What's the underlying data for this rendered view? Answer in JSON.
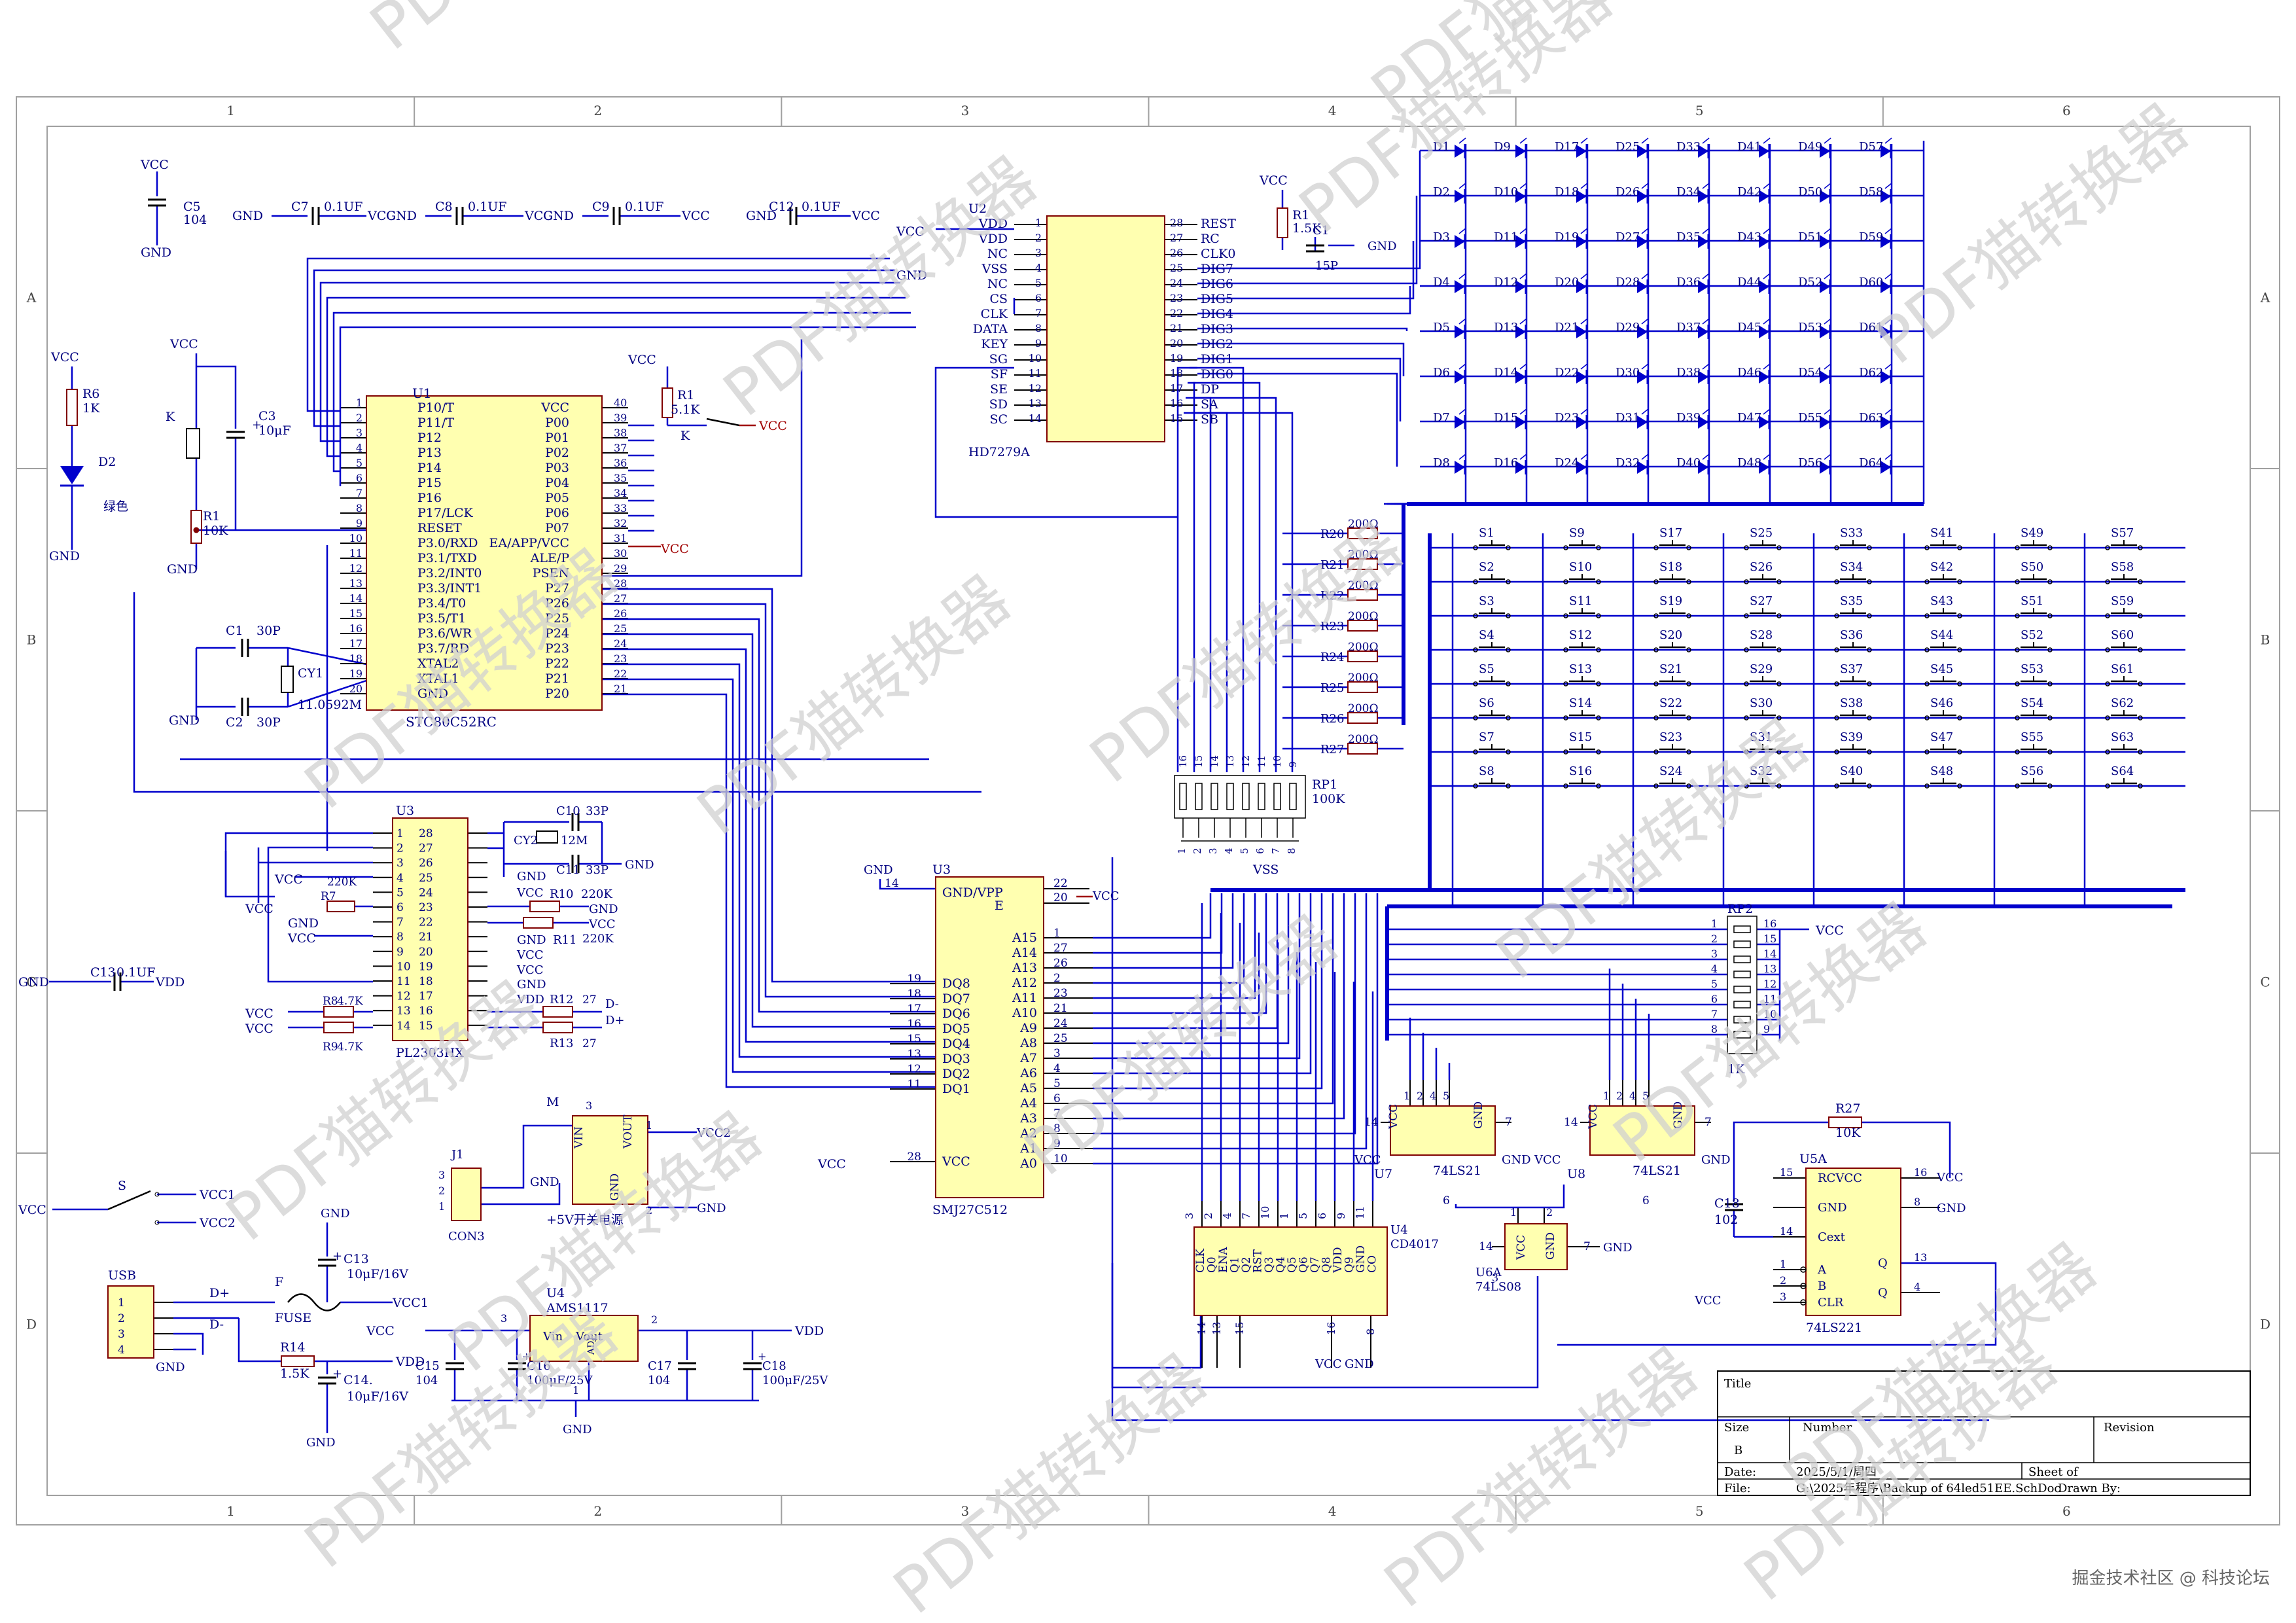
{
  "border": {
    "cols": [
      "1",
      "2",
      "3",
      "4",
      "5",
      "6"
    ],
    "rows": [
      "A",
      "B",
      "C",
      "D"
    ]
  },
  "colors": {
    "wire": "#0000cc",
    "text": "#000080",
    "component_fill": "#ffffb0",
    "component_stroke": "#800000",
    "label_red": "#a00000",
    "watermark": "#d0d0d0"
  },
  "power_labels": {
    "vcc": "VCC",
    "gnd": "GND",
    "vdd": "VDD",
    "vss": "VSS",
    "vcc1": "VCC1",
    "vcc2": "VCC2",
    "dplus": "D+",
    "dminus": "D-"
  },
  "caps_top": [
    {
      "ref": "C5",
      "val": "104"
    },
    {
      "ref": "C7",
      "val": "0.1UF"
    },
    {
      "ref": "C8",
      "val": "0.1UF"
    },
    {
      "ref": "C9",
      "val": "0.1UF"
    },
    {
      "ref": "C12",
      "val": "0.1UF"
    }
  ],
  "left_parts": {
    "r6": {
      "ref": "R6",
      "val": "1K"
    },
    "d2": {
      "ref": "D2",
      "val": "绿色"
    },
    "k": "K",
    "r1": {
      "ref": "R1",
      "val": "10K"
    },
    "c3": {
      "ref": "C3",
      "val": "10μF"
    },
    "c1": {
      "ref": "C1",
      "val": "30P"
    },
    "c2": {
      "ref": "C2",
      "val": "30P"
    },
    "cy1": {
      "ref": "CY1",
      "val": "11.0592M"
    }
  },
  "u1": {
    "ref": "U1",
    "name": "STC80C52RC",
    "left_pins": [
      {
        "n": "1",
        "l": "P10/T"
      },
      {
        "n": "2",
        "l": "P11/T"
      },
      {
        "n": "3",
        "l": "P12"
      },
      {
        "n": "4",
        "l": "P13"
      },
      {
        "n": "5",
        "l": "P14"
      },
      {
        "n": "6",
        "l": "P15"
      },
      {
        "n": "7",
        "l": "P16"
      },
      {
        "n": "8",
        "l": "P17/LCK"
      },
      {
        "n": "9",
        "l": "RESET"
      },
      {
        "n": "10",
        "l": "P3.0/RXD"
      },
      {
        "n": "11",
        "l": "P3.1/TXD"
      },
      {
        "n": "12",
        "l": "P3.2/INT0"
      },
      {
        "n": "13",
        "l": "P3.3/INT1"
      },
      {
        "n": "14",
        "l": "P3.4/T0"
      },
      {
        "n": "15",
        "l": "P3.5/T1"
      },
      {
        "n": "16",
        "l": "P3.6/WR"
      },
      {
        "n": "17",
        "l": "P3.7/RD"
      },
      {
        "n": "18",
        "l": "XTAL2"
      },
      {
        "n": "19",
        "l": "XTAL1"
      },
      {
        "n": "20",
        "l": "GND"
      }
    ],
    "right_pins": [
      {
        "n": "40",
        "l": "VCC"
      },
      {
        "n": "39",
        "l": "P00"
      },
      {
        "n": "38",
        "l": "P01"
      },
      {
        "n": "37",
        "l": "P02"
      },
      {
        "n": "36",
        "l": "P03"
      },
      {
        "n": "35",
        "l": "P04"
      },
      {
        "n": "34",
        "l": "P05"
      },
      {
        "n": "33",
        "l": "P06"
      },
      {
        "n": "32",
        "l": "P07"
      },
      {
        "n": "31",
        "l": "EA/APP/VCC"
      },
      {
        "n": "30",
        "l": "ALE/P"
      },
      {
        "n": "29",
        "l": "PSEN"
      },
      {
        "n": "28",
        "l": "P27"
      },
      {
        "n": "27",
        "l": "P26"
      },
      {
        "n": "26",
        "l": "P25"
      },
      {
        "n": "25",
        "l": "P24"
      },
      {
        "n": "24",
        "l": "P23"
      },
      {
        "n": "23",
        "l": "P22"
      },
      {
        "n": "22",
        "l": "P21"
      },
      {
        "n": "21",
        "l": "P20"
      }
    ]
  },
  "r1b": {
    "ref": "R1",
    "val": "5.1K",
    "k": "K"
  },
  "u2": {
    "ref": "U2",
    "name": "HD7279A",
    "left_pins": [
      {
        "n": "1",
        "l": "VDD"
      },
      {
        "n": "2",
        "l": "VDD"
      },
      {
        "n": "3",
        "l": "NC"
      },
      {
        "n": "4",
        "l": "VSS"
      },
      {
        "n": "5",
        "l": "NC"
      },
      {
        "n": "6",
        "l": "CS"
      },
      {
        "n": "7",
        "l": "CLK"
      },
      {
        "n": "8",
        "l": "DATA"
      },
      {
        "n": "9",
        "l": "KEY"
      },
      {
        "n": "10",
        "l": "SG"
      },
      {
        "n": "11",
        "l": "SF"
      },
      {
        "n": "12",
        "l": "SE"
      },
      {
        "n": "13",
        "l": "SD"
      },
      {
        "n": "14",
        "l": "SC"
      }
    ],
    "right_pins": [
      {
        "n": "28",
        "l": "REST"
      },
      {
        "n": "27",
        "l": "RC"
      },
      {
        "n": "26",
        "l": "CLK0"
      },
      {
        "n": "25",
        "l": "DIG7"
      },
      {
        "n": "24",
        "l": "DIG6"
      },
      {
        "n": "23",
        "l": "DIG5"
      },
      {
        "n": "22",
        "l": "DIG4"
      },
      {
        "n": "21",
        "l": "DIG3"
      },
      {
        "n": "20",
        "l": "DIG2"
      },
      {
        "n": "19",
        "l": "DIG1"
      },
      {
        "n": "18",
        "l": "DIG0"
      },
      {
        "n": "17",
        "l": "DP"
      },
      {
        "n": "16",
        "l": "SA"
      },
      {
        "n": "15",
        "l": "SB"
      }
    ]
  },
  "r1c": {
    "ref": "R1",
    "val": "1.5K"
  },
  "c1b": {
    "ref": "C1",
    "val": "15P"
  },
  "leds": [
    [
      "D1",
      "D9",
      "D17",
      "D25",
      "D33",
      "D41",
      "D49",
      "D57"
    ],
    [
      "D2",
      "D10",
      "D18",
      "D26",
      "D34",
      "D42",
      "D50",
      "D58"
    ],
    [
      "D3",
      "D11",
      "D19",
      "D27",
      "D35",
      "D43",
      "D51",
      "D59"
    ],
    [
      "D4",
      "D12",
      "D20",
      "D28",
      "D36",
      "D44",
      "D52",
      "D60"
    ],
    [
      "D5",
      "D13",
      "D21",
      "D29",
      "D37",
      "D45",
      "D53",
      "D61"
    ],
    [
      "D6",
      "D14",
      "D22",
      "D30",
      "D38",
      "D46",
      "D54",
      "D62"
    ],
    [
      "D7",
      "D15",
      "D23",
      "D31",
      "D39",
      "D47",
      "D55",
      "D63"
    ],
    [
      "D8",
      "D16",
      "D24",
      "D32",
      "D40",
      "D48",
      "D56",
      "D64"
    ]
  ],
  "seg_resistors": [
    {
      "ref": "R20",
      "val": "200Ω"
    },
    {
      "ref": "R21",
      "val": "200Ω"
    },
    {
      "ref": "R22",
      "val": "200Ω"
    },
    {
      "ref": "R23",
      "val": "200Ω"
    },
    {
      "ref": "R24",
      "val": "200Ω"
    },
    {
      "ref": "R25",
      "val": "200Ω"
    },
    {
      "ref": "R26",
      "val": "200Ω"
    },
    {
      "ref": "R27",
      "val": "200Ω"
    }
  ],
  "rp1": {
    "ref": "RP1",
    "val": "100K",
    "top_pins": [
      "16",
      "15",
      "14",
      "13",
      "12",
      "11",
      "10",
      "9"
    ],
    "bottom_pins": [
      "1",
      "2",
      "3",
      "4",
      "5",
      "6",
      "7",
      "8"
    ]
  },
  "switches": [
    [
      "S1",
      "S9",
      "S17",
      "S25",
      "S33",
      "S41",
      "S49",
      "S57"
    ],
    [
      "S2",
      "S10",
      "S18",
      "S26",
      "S34",
      "S42",
      "S50",
      "S58"
    ],
    [
      "S3",
      "S11",
      "S19",
      "S27",
      "S35",
      "S43",
      "S51",
      "S59"
    ],
    [
      "S4",
      "S12",
      "S20",
      "S28",
      "S36",
      "S44",
      "S52",
      "S60"
    ],
    [
      "S5",
      "S13",
      "S21",
      "S29",
      "S37",
      "S45",
      "S53",
      "S61"
    ],
    [
      "S6",
      "S14",
      "S22",
      "S30",
      "S38",
      "S46",
      "S54",
      "S62"
    ],
    [
      "S7",
      "S15",
      "S23",
      "S31",
      "S39",
      "S47",
      "S55",
      "S63"
    ],
    [
      "S8",
      "S16",
      "S24",
      "S32",
      "S40",
      "S48",
      "S56",
      "S64"
    ]
  ],
  "u3a": {
    "ref": "U3",
    "name": "PL2303HX",
    "left_pins": [
      "1",
      "2",
      "3",
      "4",
      "5",
      "6",
      "7",
      "8",
      "9",
      "10",
      "11",
      "12",
      "13",
      "14"
    ],
    "right_pins": [
      "28",
      "27",
      "26",
      "25",
      "24",
      "23",
      "22",
      "21",
      "20",
      "19",
      "18",
      "17",
      "16",
      "15"
    ]
  },
  "u3a_parts": {
    "c10": {
      "ref": "C10",
      "val": "33P"
    },
    "c11": {
      "ref": "C11",
      "val": "33P"
    },
    "cy2": {
      "ref": "CY2",
      "val": "12M"
    },
    "r7": {
      "ref": "R7",
      "val": "220K"
    },
    "r10": {
      "ref": "R10",
      "val": "220K"
    },
    "r11": {
      "ref": "R11",
      "val": "220K"
    },
    "r8": {
      "ref": "R8",
      "val": "4.7K"
    },
    "r9": {
      "ref": "R9",
      "val": "4.7K"
    },
    "r12": {
      "ref": "R12",
      "val": "27"
    },
    "r13": {
      "ref": "R13",
      "val": "27"
    },
    "c13": {
      "ref": "C13",
      "val": "0.1UF"
    }
  },
  "u3b": {
    "ref": "U3",
    "name": "SMJ27C512",
    "top": [
      {
        "n": "14",
        "l": "GND/VPP"
      },
      {
        "n": "22",
        "l": "E"
      },
      {
        "n": "20",
        "l": ""
      }
    ],
    "left_pins": [
      {
        "n": "19",
        "l": "DQ8"
      },
      {
        "n": "18",
        "l": "DQ7"
      },
      {
        "n": "17",
        "l": "DQ6"
      },
      {
        "n": "16",
        "l": "DQ5"
      },
      {
        "n": "15",
        "l": "DQ4"
      },
      {
        "n": "13",
        "l": "DQ3"
      },
      {
        "n": "12",
        "l": "DQ2"
      },
      {
        "n": "11",
        "l": "DQ1"
      },
      {
        "n": "28",
        "l": "VCC"
      }
    ],
    "right_pins": [
      {
        "n": "1",
        "l": "A15"
      },
      {
        "n": "27",
        "l": "A14"
      },
      {
        "n": "26",
        "l": "A13"
      },
      {
        "n": "2",
        "l": "A12"
      },
      {
        "n": "23",
        "l": "A11"
      },
      {
        "n": "21",
        "l": "A10"
      },
      {
        "n": "24",
        "l": "A9"
      },
      {
        "n": "25",
        "l": "A8"
      },
      {
        "n": "3",
        "l": "A7"
      },
      {
        "n": "4",
        "l": "A6"
      },
      {
        "n": "5",
        "l": "A5"
      },
      {
        "n": "6",
        "l": "A4"
      },
      {
        "n": "7",
        "l": "A3"
      },
      {
        "n": "8",
        "l": "A2"
      },
      {
        "n": "9",
        "l": "A1"
      },
      {
        "n": "10",
        "l": "A0"
      }
    ]
  },
  "rp2": {
    "ref": "RP2",
    "val": "1K",
    "left": [
      "1",
      "2",
      "3",
      "4",
      "5",
      "6",
      "7",
      "8"
    ],
    "right": [
      "16",
      "15",
      "14",
      "13",
      "12",
      "11",
      "10",
      "9"
    ]
  },
  "u7": {
    "ref": "U7",
    "name": "74LS21",
    "pins": [
      "1",
      "2",
      "4",
      "5"
    ],
    "vcc": "14",
    "gnd": "7",
    "out": "6"
  },
  "u8": {
    "ref": "U8",
    "name": "74LS21",
    "pins": [
      "1",
      "2",
      "4",
      "5"
    ],
    "vcc": "14",
    "gnd": "7",
    "out": "6"
  },
  "u6a": {
    "ref": "U6A",
    "name": "74LS08",
    "vcc": "14",
    "gnd": "7",
    "p1": "1",
    "p2": "2",
    "p3": "3"
  },
  "u5a": {
    "ref": "U5A",
    "name": "74LS221",
    "pins_left": [
      {
        "n": "15",
        "l": "RCVCC"
      },
      {
        "n": "",
        "l": "GND"
      },
      {
        "n": "14",
        "l": "Cext"
      },
      {
        "n": "1",
        "l": "A"
      },
      {
        "n": "2",
        "l": "B"
      },
      {
        "n": "3",
        "l": "CLR"
      }
    ],
    "pins_right": [
      {
        "n": "16",
        "l": ""
      },
      {
        "n": "8",
        "l": ""
      },
      {
        "n": "13",
        "l": "Q"
      },
      {
        "n": "4",
        "l": "Q"
      }
    ]
  },
  "r27b": {
    "ref": "R27",
    "val": "10K"
  },
  "c18": {
    "ref": "C18",
    "val": "102"
  },
  "u4a": {
    "ref": "U4",
    "name": "CD4017",
    "top": [
      "3",
      "2",
      "4",
      "7",
      "10",
      "1",
      "5",
      "6",
      "9",
      "11"
    ],
    "labels": [
      "CLK",
      "Q0",
      "ENA",
      "Q1",
      "Q2",
      "RST",
      "Q3",
      "Q4",
      "Q5",
      "Q6",
      "Q7",
      "Q8",
      "VDD",
      "Q9",
      "GND",
      "CO"
    ],
    "bottom": [
      "14",
      "13",
      "15",
      "16",
      "8"
    ]
  },
  "m_supply": {
    "ref": "M",
    "name": "+5V开关电源",
    "pins": {
      "vin": "VIN",
      "vout": "VOUT",
      "gnd": "GND"
    },
    "nums": [
      "3",
      "1",
      "2"
    ]
  },
  "j1": {
    "ref": "J1",
    "name": "CON3",
    "pins": [
      "3",
      "2",
      "1"
    ]
  },
  "s_switch": {
    "ref": "S"
  },
  "usb": {
    "ref": "USB",
    "pins": [
      "1",
      "2",
      "3",
      "4"
    ]
  },
  "fuse": {
    "ref": "F",
    "name": "FUSE"
  },
  "r14": {
    "ref": "R14",
    "val": "1.5K"
  },
  "c13b": {
    "ref": "C13",
    "val": "10μF/16V"
  },
  "c14": {
    "ref": "C14.",
    "val": "10μF/16V"
  },
  "u4b": {
    "ref": "U4",
    "name": "AMS1117",
    "pins": {
      "vin": "Vin",
      "vout": "Vout",
      "adj": "ADJ"
    },
    "nums": [
      "3",
      "2",
      "1"
    ]
  },
  "caps_reg": [
    {
      "ref": "C15",
      "val": "104"
    },
    {
      "ref": "C16",
      "val": "100μF/25V"
    },
    {
      "ref": "C17",
      "val": "104"
    },
    {
      "ref": "C18",
      "val": "100μF/25V"
    }
  ],
  "title_block": {
    "title": "Title",
    "size_label": "Size",
    "size": "B",
    "number_label": "Number",
    "revision_label": "Revision",
    "date_label": "Date:",
    "date": "2025/5/1/周四",
    "file_label": "File:",
    "file": "G:\\2025年程序\\Backup of 64led51EE.SchDoc",
    "sheet_label": "Sheet   of",
    "drawn_label": "Drawn By:"
  },
  "watermark_text": "PDF猫转换器",
  "footer": "掘金技术社区 @ 科技论坛"
}
